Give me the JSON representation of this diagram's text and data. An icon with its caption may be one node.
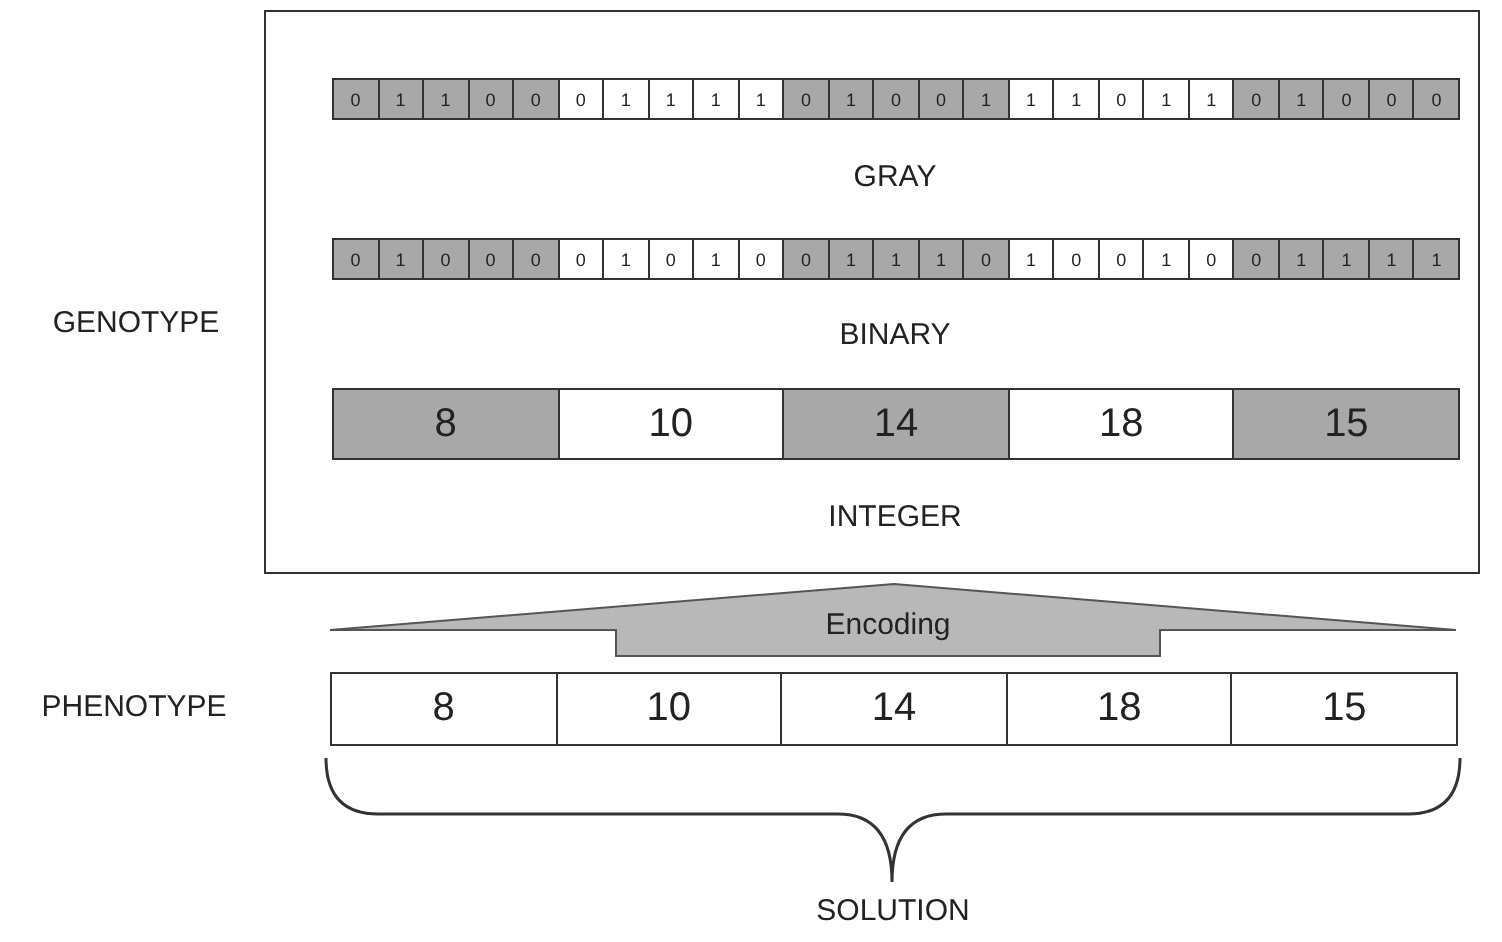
{
  "diagram": {
    "nodes": [
      {
        "text": [
          "GENOTYPE"
        ]
      },
      {
        "text": [
          "Encoding"
        ]
      }
    ],
    "labels": [
      "0",
      "1",
      "1",
      "0",
      "0",
      "0",
      "1",
      "1",
      "1",
      "1",
      "0",
      "1",
      "0",
      "0",
      "1",
      "1",
      "1",
      "0",
      "1",
      "1",
      "0",
      "1",
      "0",
      "0",
      "0",
      "GRAY",
      "0",
      "1",
      "0",
      "0",
      "0",
      "0",
      "1",
      "0",
      "1",
      "0",
      "0",
      "1",
      "1",
      "1",
      "0",
      "1",
      "0",
      "0",
      "1",
      "0",
      "0",
      "1",
      "1",
      "1",
      "1",
      "BINARY",
      "8",
      "10",
      "14",
      "18",
      "15",
      "INTEGER",
      "PHENOTYPE",
      "8",
      "10",
      "14",
      "18",
      "15",
      "SOLUTION"
    ]
  }
}
